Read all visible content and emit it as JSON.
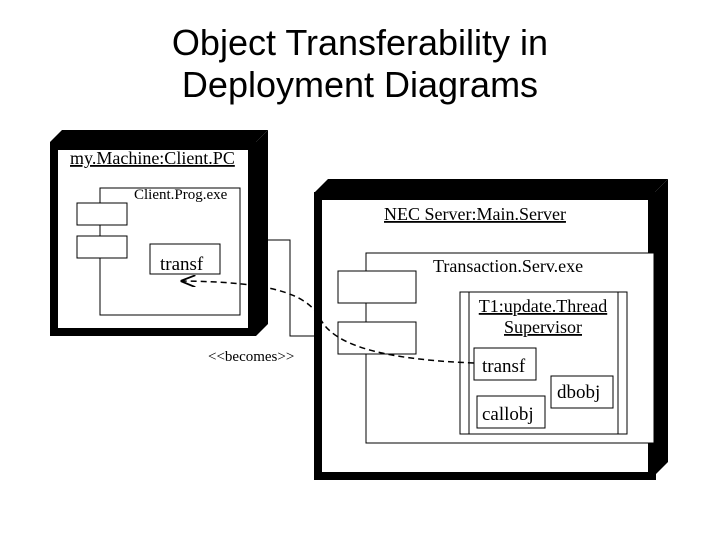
{
  "title": {
    "line1": "Object Transferability in",
    "line2": "Deployment Diagrams"
  },
  "client_node": {
    "name": "my.Machine:Client.PC",
    "component": {
      "name": "Client.Prog.exe",
      "object": "transf"
    }
  },
  "server_node": {
    "name": "NEC Server:Main.Server",
    "component": {
      "name": "Transaction.Serv.exe",
      "thread": {
        "line1": "T1:update.Thread",
        "line2": "Supervisor",
        "objects": [
          "transf",
          "dbobj",
          "callobj"
        ]
      }
    }
  },
  "relationship": {
    "stereotype": "<<becomes>>"
  },
  "colors": {
    "line": "#000000",
    "background": "#ffffff"
  }
}
